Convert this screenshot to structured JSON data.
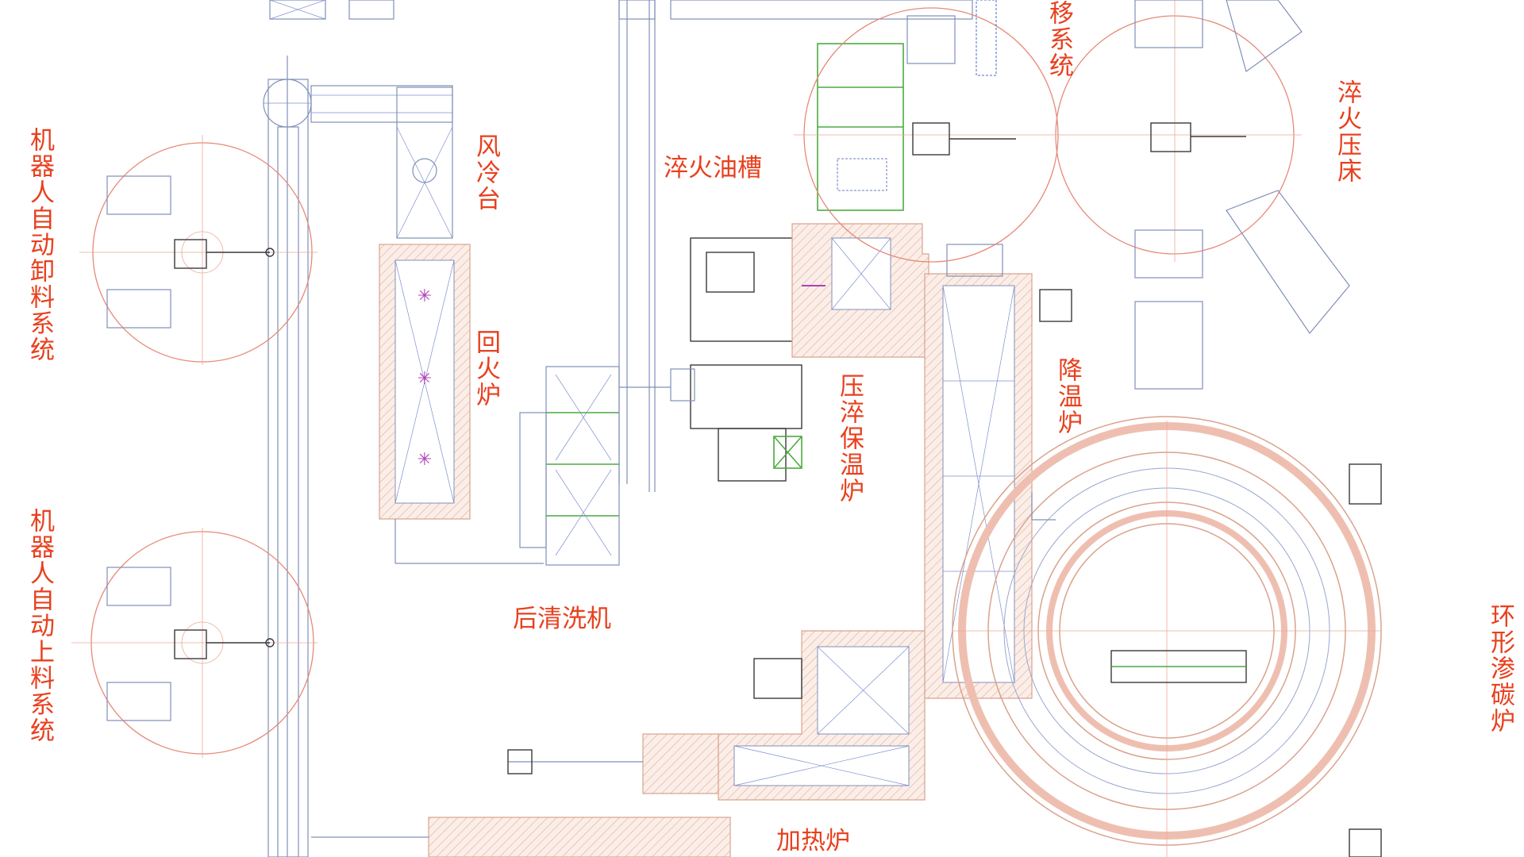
{
  "labels": {
    "unload_system": "机器人自动卸料系统",
    "load_system": "机器人自动上料系统",
    "air_cooling_table": "风冷台",
    "tempering_furnace": "回火炉",
    "quench_oil_tank": "淬火油槽",
    "post_washer": "后清洗机",
    "press_quench_holding_furnace": "压淬保温炉",
    "cooling_furnace": "降温炉",
    "heating_furnace": "加热炉",
    "quench_press": "淬火压床",
    "transfer_system_partial": "移系统",
    "rotary_carburizing_furnace": "环形渗碳炉"
  },
  "colors": {
    "label": "#e8401e",
    "outline": "#8090b8",
    "circle": "#e58a78",
    "hatch": "#d9a38e",
    "equipment": "#3a3a3a",
    "frame": "#4caa40",
    "marker": "#b040b8"
  }
}
